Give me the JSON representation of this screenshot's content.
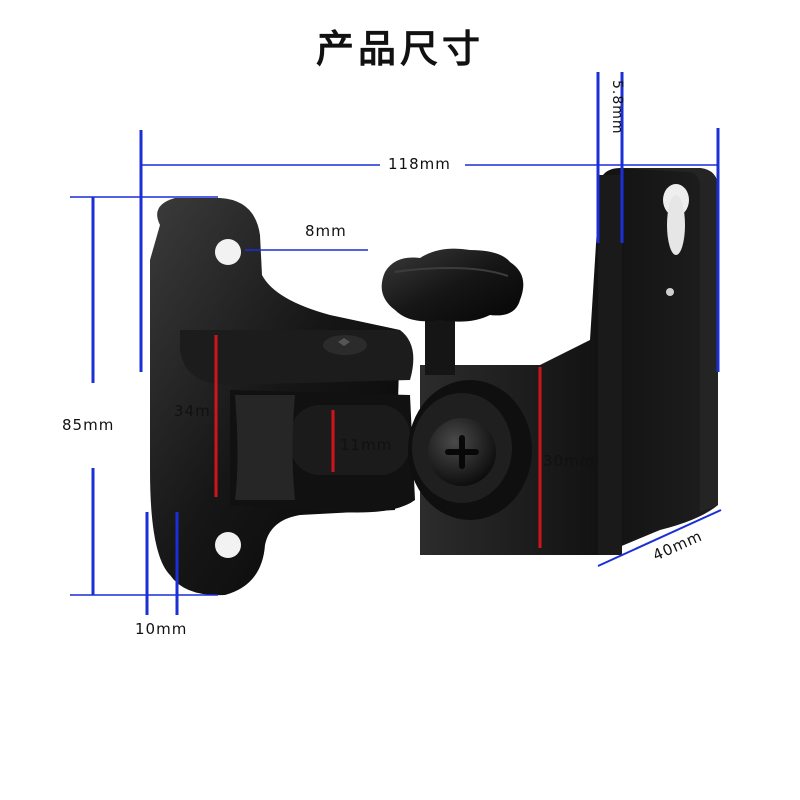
{
  "title": "产品尺寸",
  "dimensions": {
    "top_width": "118mm",
    "slot_width": "5.8mm",
    "hole_offset": "8mm",
    "height": "85mm",
    "arm_height": "34m",
    "arm_gap": "11mm",
    "plate_height": "30mm",
    "depth": "40mm",
    "base_offset": "10mm"
  },
  "colors": {
    "dimension_line": "#1a2fd6",
    "measure_line": "#d0141e",
    "bracket": "#151515",
    "bracket_highlight": "#3a3a3a"
  }
}
